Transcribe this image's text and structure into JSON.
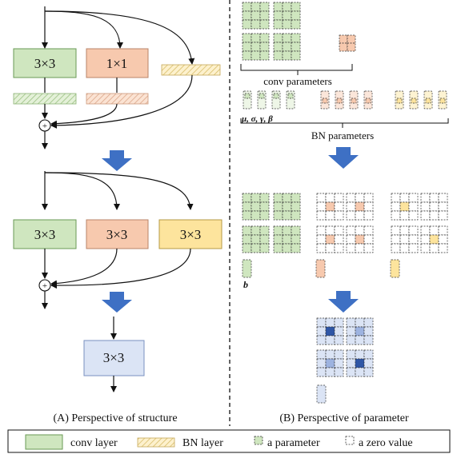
{
  "structure": {
    "stage1": {
      "conv3x3": "3×3",
      "conv1x1": "1×1"
    },
    "stage2": {
      "conv_a": "3×3",
      "conv_b": "3×3",
      "conv_c": "3×3"
    },
    "stage3": {
      "merged": "3×3"
    },
    "add_symbol": "+"
  },
  "parameter": {
    "conv_parameters": "conv parameters",
    "bn_symbols": "μ, σ, γ, β",
    "bn_parameters": "BN parameters",
    "bias_symbol": "b"
  },
  "captions": {
    "left": "(A) Perspective of structure",
    "right": "(B) Perspective of parameter"
  },
  "legend": {
    "conv_layer": "conv layer",
    "bn_layer": "BN layer",
    "a_parameter": "a parameter",
    "zero_value": "a zero value"
  },
  "colors": {
    "green_fill": "#cfe6bf",
    "green_stroke": "#6a9a55",
    "orange_fill": "#f7c9ae",
    "orange_stroke": "#b88468",
    "yellow_fill": "#fde49d",
    "yellow_stroke": "#b59a45",
    "blue_fill": "#dbe4f5",
    "blue_stroke": "#7a91c0",
    "arrow_blue": "#3e70c4"
  }
}
